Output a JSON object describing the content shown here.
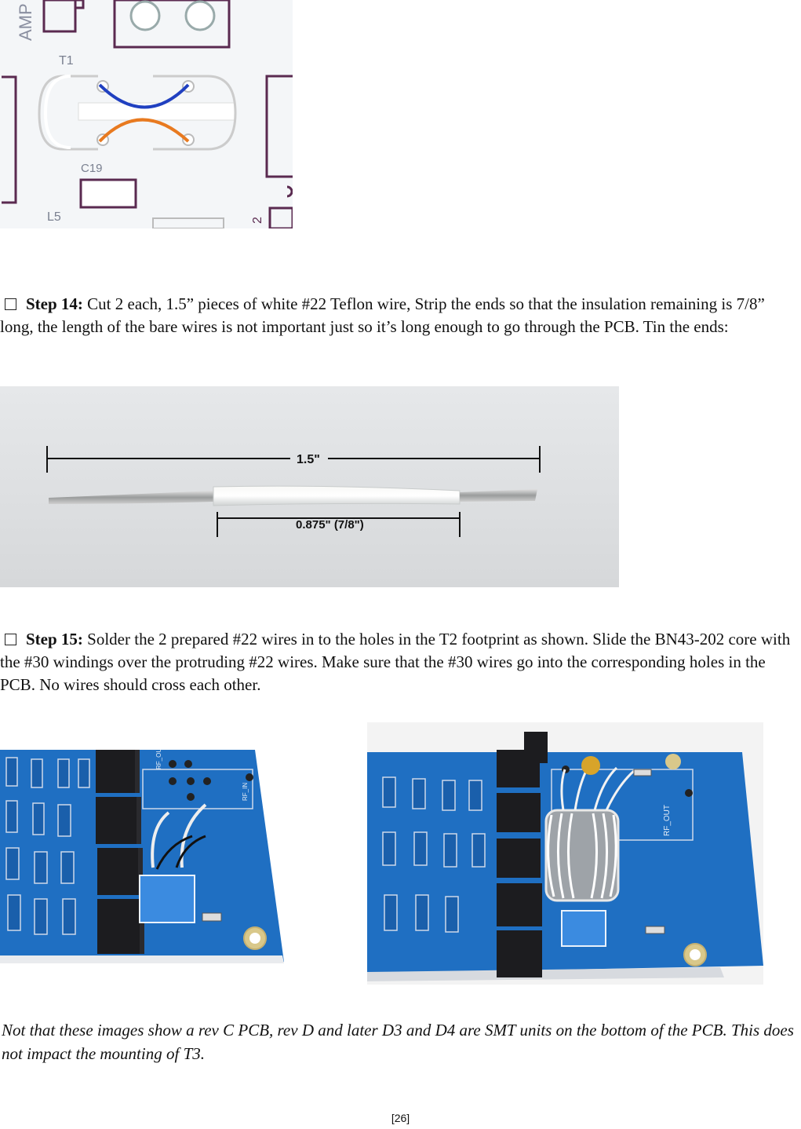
{
  "figure1": {
    "label_amp": "AMP",
    "label_t1": "T1",
    "label_c19": "C19",
    "label_l5": "L5",
    "label_2": "2"
  },
  "step14": {
    "step_label": "Step 14:",
    "text": " Cut 2 each, 1.5” pieces of white #22 Teflon wire, Strip the ends so that the insulation remaining is 7/8” long, the length of the bare wires is not important just so it’s long enough to go through the PCB. Tin the ends:"
  },
  "figure2": {
    "label_total": "1.5\"",
    "label_insulation": "0.875\" (7/8\")"
  },
  "step15": {
    "step_label": "Step 15:",
    "text": " Solder the 2 prepared #22 wires in to the holes in the T2 footprint as shown. Slide the BN43-202 core with the #30 windings over the protruding #22 wires. Make sure that the #30 wires go into the corresponding holes in the PCB. No wires should cross each other."
  },
  "figure3": {
    "label_rf_out": "RF_OUT",
    "label_rf_in": "RF_IN"
  },
  "note": "Not that these images show a rev C PCB, rev D and later D3 and D4 are SMT units on the bottom of the PCB. This does not impact the mounting of T3.",
  "page_number": "[26]",
  "colors": {
    "pcb_blue": "#1f6fc2",
    "silkscreen": "#7b2d55",
    "winding_blue": "#2040c0",
    "winding_orange": "#e87a20"
  }
}
